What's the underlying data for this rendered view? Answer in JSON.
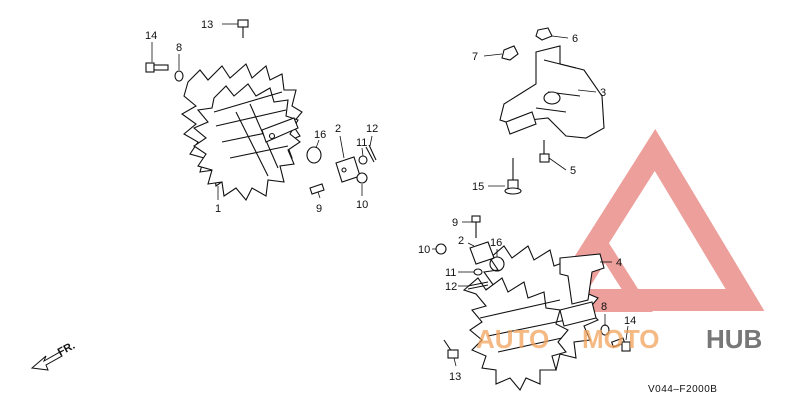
{
  "diagram": {
    "labels": {
      "p1": "1",
      "p2a": "2",
      "p2b": "2",
      "p3": "3",
      "p4": "4",
      "p5": "5",
      "p6": "6",
      "p7": "7",
      "p8a": "8",
      "p8b": "8",
      "p9a": "9",
      "p9b": "9",
      "p10a": "10",
      "p10b": "10",
      "p11a": "11",
      "p11b": "11",
      "p12a": "12",
      "p12b": "12",
      "p13a": "13",
      "p13b": "13",
      "p14a": "14",
      "p14b": "14",
      "p15": "15",
      "p16a": "16",
      "p16b": "16"
    },
    "front_indicator": "FR.",
    "drawing_code": "V044–F2000B"
  },
  "watermark": {
    "brand_part1": "AUTO",
    "brand_part2": "MOTO",
    "brand_part3": "HUB",
    "color_primary": "#e0524a",
    "color_secondary": "#f2a25a"
  }
}
